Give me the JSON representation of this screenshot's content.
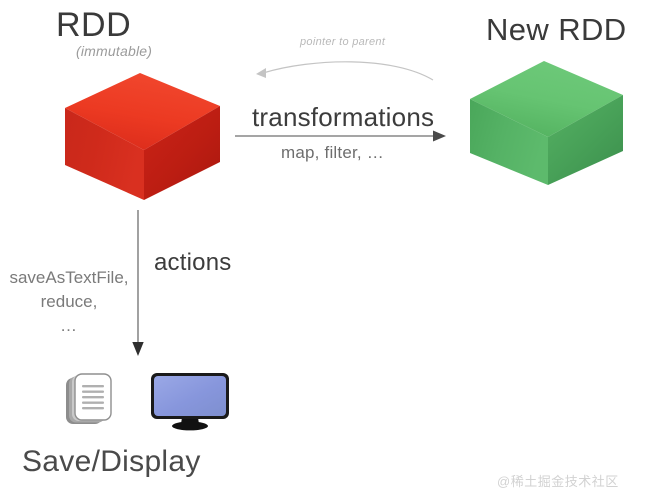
{
  "diagram": {
    "title_left": "RDD",
    "subtitle_left": "(immutable)",
    "title_right": "New RDD",
    "pointer_label": "pointer to parent",
    "transformations_label": "transformations",
    "transformations_examples": "map, filter, …",
    "actions_label": "actions",
    "actions_examples": [
      "saveAsTextFile,",
      "reduce,",
      "…"
    ],
    "output_label": "Save/Display",
    "watermark": "@稀土掘金技术社区"
  },
  "colors": {
    "background": "#ffffff",
    "cube_red_top": "#ef3b24",
    "cube_red_left": "#cf2418",
    "cube_red_right": "#b81f14",
    "cube_green_top": "#63c06b",
    "cube_green_left": "#4fab5e",
    "cube_green_right": "#3f9a52",
    "text_dark": "#3a3a3a",
    "text_gray": "#7a7a7a",
    "text_light": "#b9b9b9",
    "arrow": "#6f6f6f",
    "monitor_screen": "#8a9bdd",
    "watermark": "#d2d2d2"
  },
  "icons": {
    "document": "document-stack-icon",
    "monitor": "monitor-icon",
    "arrow_right": "arrow-right-icon",
    "arrow_down": "arrow-down-icon",
    "arrow_curved_left": "curved-arrow-left-icon",
    "cube_source": "red-cube-icon",
    "cube_result": "green-cube-icon"
  }
}
